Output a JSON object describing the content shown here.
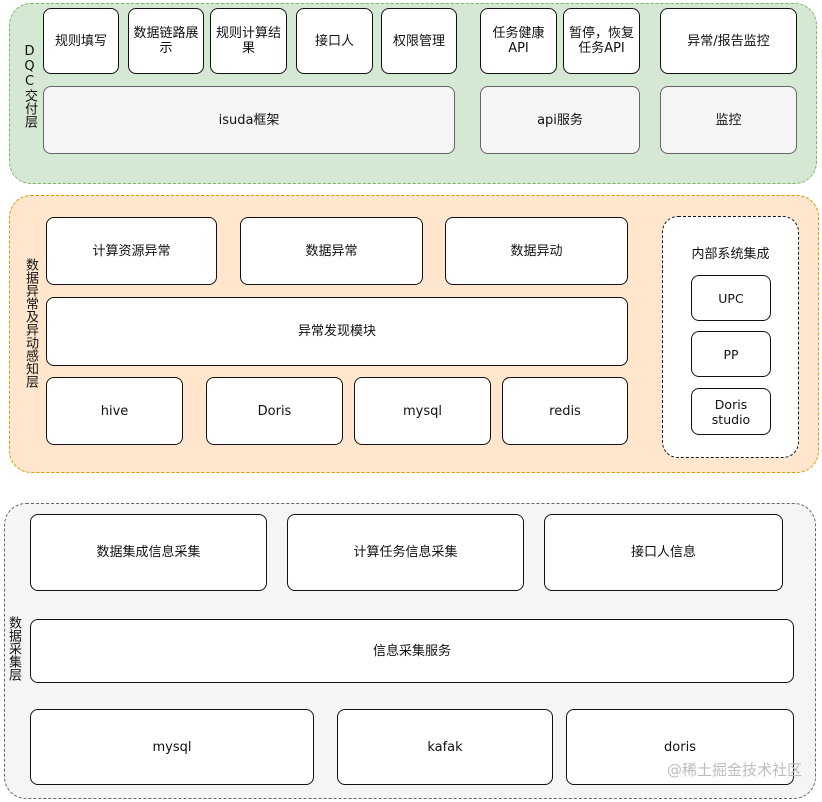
{
  "layers": {
    "delivery": {
      "label": "DQC交付层",
      "boxes": {
        "rule_fill": "规则填写",
        "lineage": "数据链路展示",
        "rule_result": "规则计算结果",
        "contact": "接口人",
        "permission": "权限管理",
        "task_health": "任务健康API",
        "pause_resume": "暂停，恢复任务API",
        "anomaly_report": "异常/报告监控",
        "isuda": "isuda框架",
        "api_service": "api服务",
        "monitor": "监控"
      }
    },
    "perception": {
      "label": "数据异常及异动感知层",
      "boxes": {
        "compute_anomaly": "计算资源异常",
        "data_anomaly": "数据异常",
        "data_change": "数据异动",
        "discovery": "异常发现模块",
        "hive": "hive",
        "doris": "Doris",
        "mysql": "mysql",
        "redis": "redis"
      },
      "internal": {
        "title": "内部系统集成",
        "items": [
          "UPC",
          "PP",
          "Doris studio"
        ]
      }
    },
    "collection": {
      "label": "数据采集层",
      "boxes": {
        "integration_info": "数据集成信息采集",
        "task_info": "计算任务信息采集",
        "contact_info": "接口人信息",
        "info_service": "信息采集服务",
        "mysql": "mysql",
        "kafak": "kafak",
        "doris": "doris"
      }
    }
  },
  "watermark": "@稀土掘金技术社区"
}
